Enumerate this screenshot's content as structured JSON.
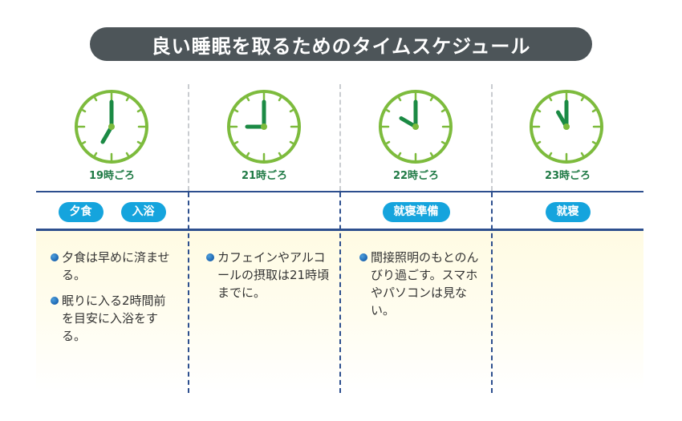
{
  "title": "良い睡眠を取るためのタイムスケジュール",
  "colors": {
    "title_bg": "#4d5559",
    "clock_ring": "#7dbb3d",
    "clock_hands": "#1b8a44",
    "time_label": "#1f7a45",
    "tag_bg": "#15a4dd",
    "rule_line": "#2d4f8e",
    "bullet": "#1a63b0",
    "note_bg": "#fffbe3"
  },
  "columns": [
    {
      "time_label": "19時ごろ",
      "clock": {
        "hour": 7,
        "minute": 0
      },
      "tags": [
        "夕食",
        "入浴"
      ],
      "notes": [
        "夕食は早めに済ませる。",
        "眠りに入る2時間前を目安に入浴をする。"
      ]
    },
    {
      "time_label": "21時ごろ",
      "clock": {
        "hour": 9,
        "minute": 0
      },
      "tags": [],
      "notes": [
        "カフェインやアルコールの摂取は21時頃までに。"
      ]
    },
    {
      "time_label": "22時ごろ",
      "clock": {
        "hour": 10,
        "minute": 0
      },
      "tags": [
        "就寝準備"
      ],
      "notes": [
        "間接照明のもとのんびり過ごす。スマホやパソコンは見ない。"
      ]
    },
    {
      "time_label": "23時ごろ",
      "clock": {
        "hour": 11,
        "minute": 0
      },
      "tags": [
        "就寝"
      ],
      "notes": []
    }
  ]
}
